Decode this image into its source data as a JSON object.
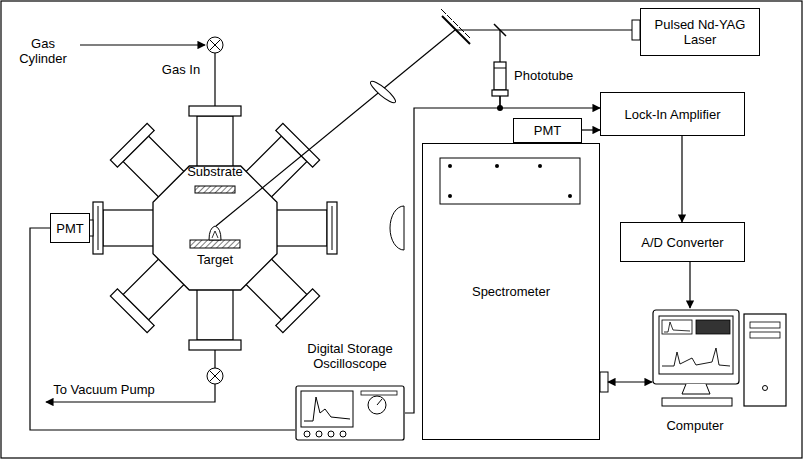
{
  "diagram": {
    "nodes": [
      {
        "text": [
          "Pulsed Nd-YAG Laser"
        ]
      },
      {
        "text": [
          "Phototube"
        ]
      },
      {
        "text": [
          "Lock-In Amplifier"
        ]
      },
      {
        "text": [
          "PMT"
        ]
      },
      {
        "text": [
          "PMT"
        ]
      },
      {
        "text": [
          "Spectrometer"
        ]
      },
      {
        "text": [
          "A/D Converter"
        ]
      },
      {
        "text": [
          "Digital Storage Oscilloscope"
        ]
      },
      {
        "text": [
          "Computer"
        ]
      }
    ],
    "edges": [
      {
        "from": 0,
        "to": 1,
        "arrow": "none"
      },
      {
        "from": 1,
        "to": 2,
        "arrow": "to"
      },
      {
        "from": 1,
        "to": 7,
        "arrow": "none"
      },
      {
        "from": 3,
        "to": 2,
        "arrow": "to"
      },
      {
        "from": 2,
        "to": 6,
        "arrow": "to"
      },
      {
        "from": 6,
        "to": 8,
        "arrow": "to"
      },
      {
        "from": 5,
        "to": 8,
        "arrow": "both"
      },
      {
        "from": 4,
        "to": 7,
        "arrow": "none"
      }
    ],
    "labels": [
      "Gas Cylinder",
      "Gas In",
      "Substrate",
      "Target",
      "To Vacuum Pump"
    ]
  }
}
